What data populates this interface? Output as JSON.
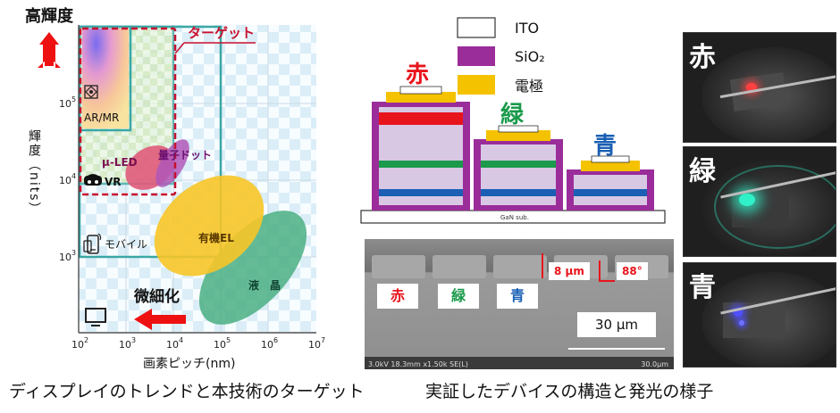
{
  "trend_chart": {
    "y_axis_top_label": "高輝度",
    "y_axis_label": "輝度（nits）",
    "x_axis_label": "画素ピッチ(nm)",
    "fine_label": "微細化",
    "target_label": "ターゲット",
    "y_ticks": [
      {
        "base": "10",
        "exp": "5"
      },
      {
        "base": "10",
        "exp": "4"
      },
      {
        "base": "10",
        "exp": "3"
      }
    ],
    "x_ticks": [
      {
        "base": "10",
        "exp": "2"
      },
      {
        "base": "10",
        "exp": "3"
      },
      {
        "base": "10",
        "exp": "4"
      },
      {
        "base": "10",
        "exp": "5"
      },
      {
        "base": "10",
        "exp": "6"
      },
      {
        "base": "10",
        "exp": "7"
      }
    ],
    "applications": {
      "ar_mr": "AR/MR",
      "vr": "VR",
      "mobile": "モバイル"
    },
    "technologies": {
      "micro_led": "μ-LED",
      "quantum_dot": "量子ドット",
      "oled": "有機EL",
      "lcd": "液　晶"
    },
    "caption": "ディスプレイのトレンドと本技術のターゲット"
  },
  "device": {
    "legend": [
      {
        "label": "ITO",
        "color": "#ffffff"
      },
      {
        "label": "SiO₂",
        "color": "#9b2d9a"
      },
      {
        "label": "電極",
        "color": "#f5c200"
      }
    ],
    "pillars": {
      "red": "赤",
      "green": "緑",
      "blue": "青"
    },
    "substrate_label": "GaN sub.",
    "sem": {
      "labels": {
        "red": "赤",
        "green": "緑",
        "blue": "青"
      },
      "height_label": "8 μm",
      "angle_label": "88°",
      "scale_label": "30 μm",
      "footer_left": "3.0kV 18.3mm x1.50k SE(L)",
      "footer_right": "30.0μm"
    },
    "caption": "実証したデバイスの構造と発光の様子"
  },
  "photos": [
    {
      "label": "赤",
      "glow": "#ff4040"
    },
    {
      "label": "緑",
      "glow": "#30f0c8"
    },
    {
      "label": "青",
      "glow": "#5050ff"
    }
  ],
  "colors": {
    "red": "#e8141c",
    "green": "#1a9a4a",
    "blue": "#1a5fb4",
    "sio2": "#9b2d9a",
    "electrode": "#f5c200",
    "target_border": "#c8102e",
    "frame_teal": "#3aa7a5"
  }
}
